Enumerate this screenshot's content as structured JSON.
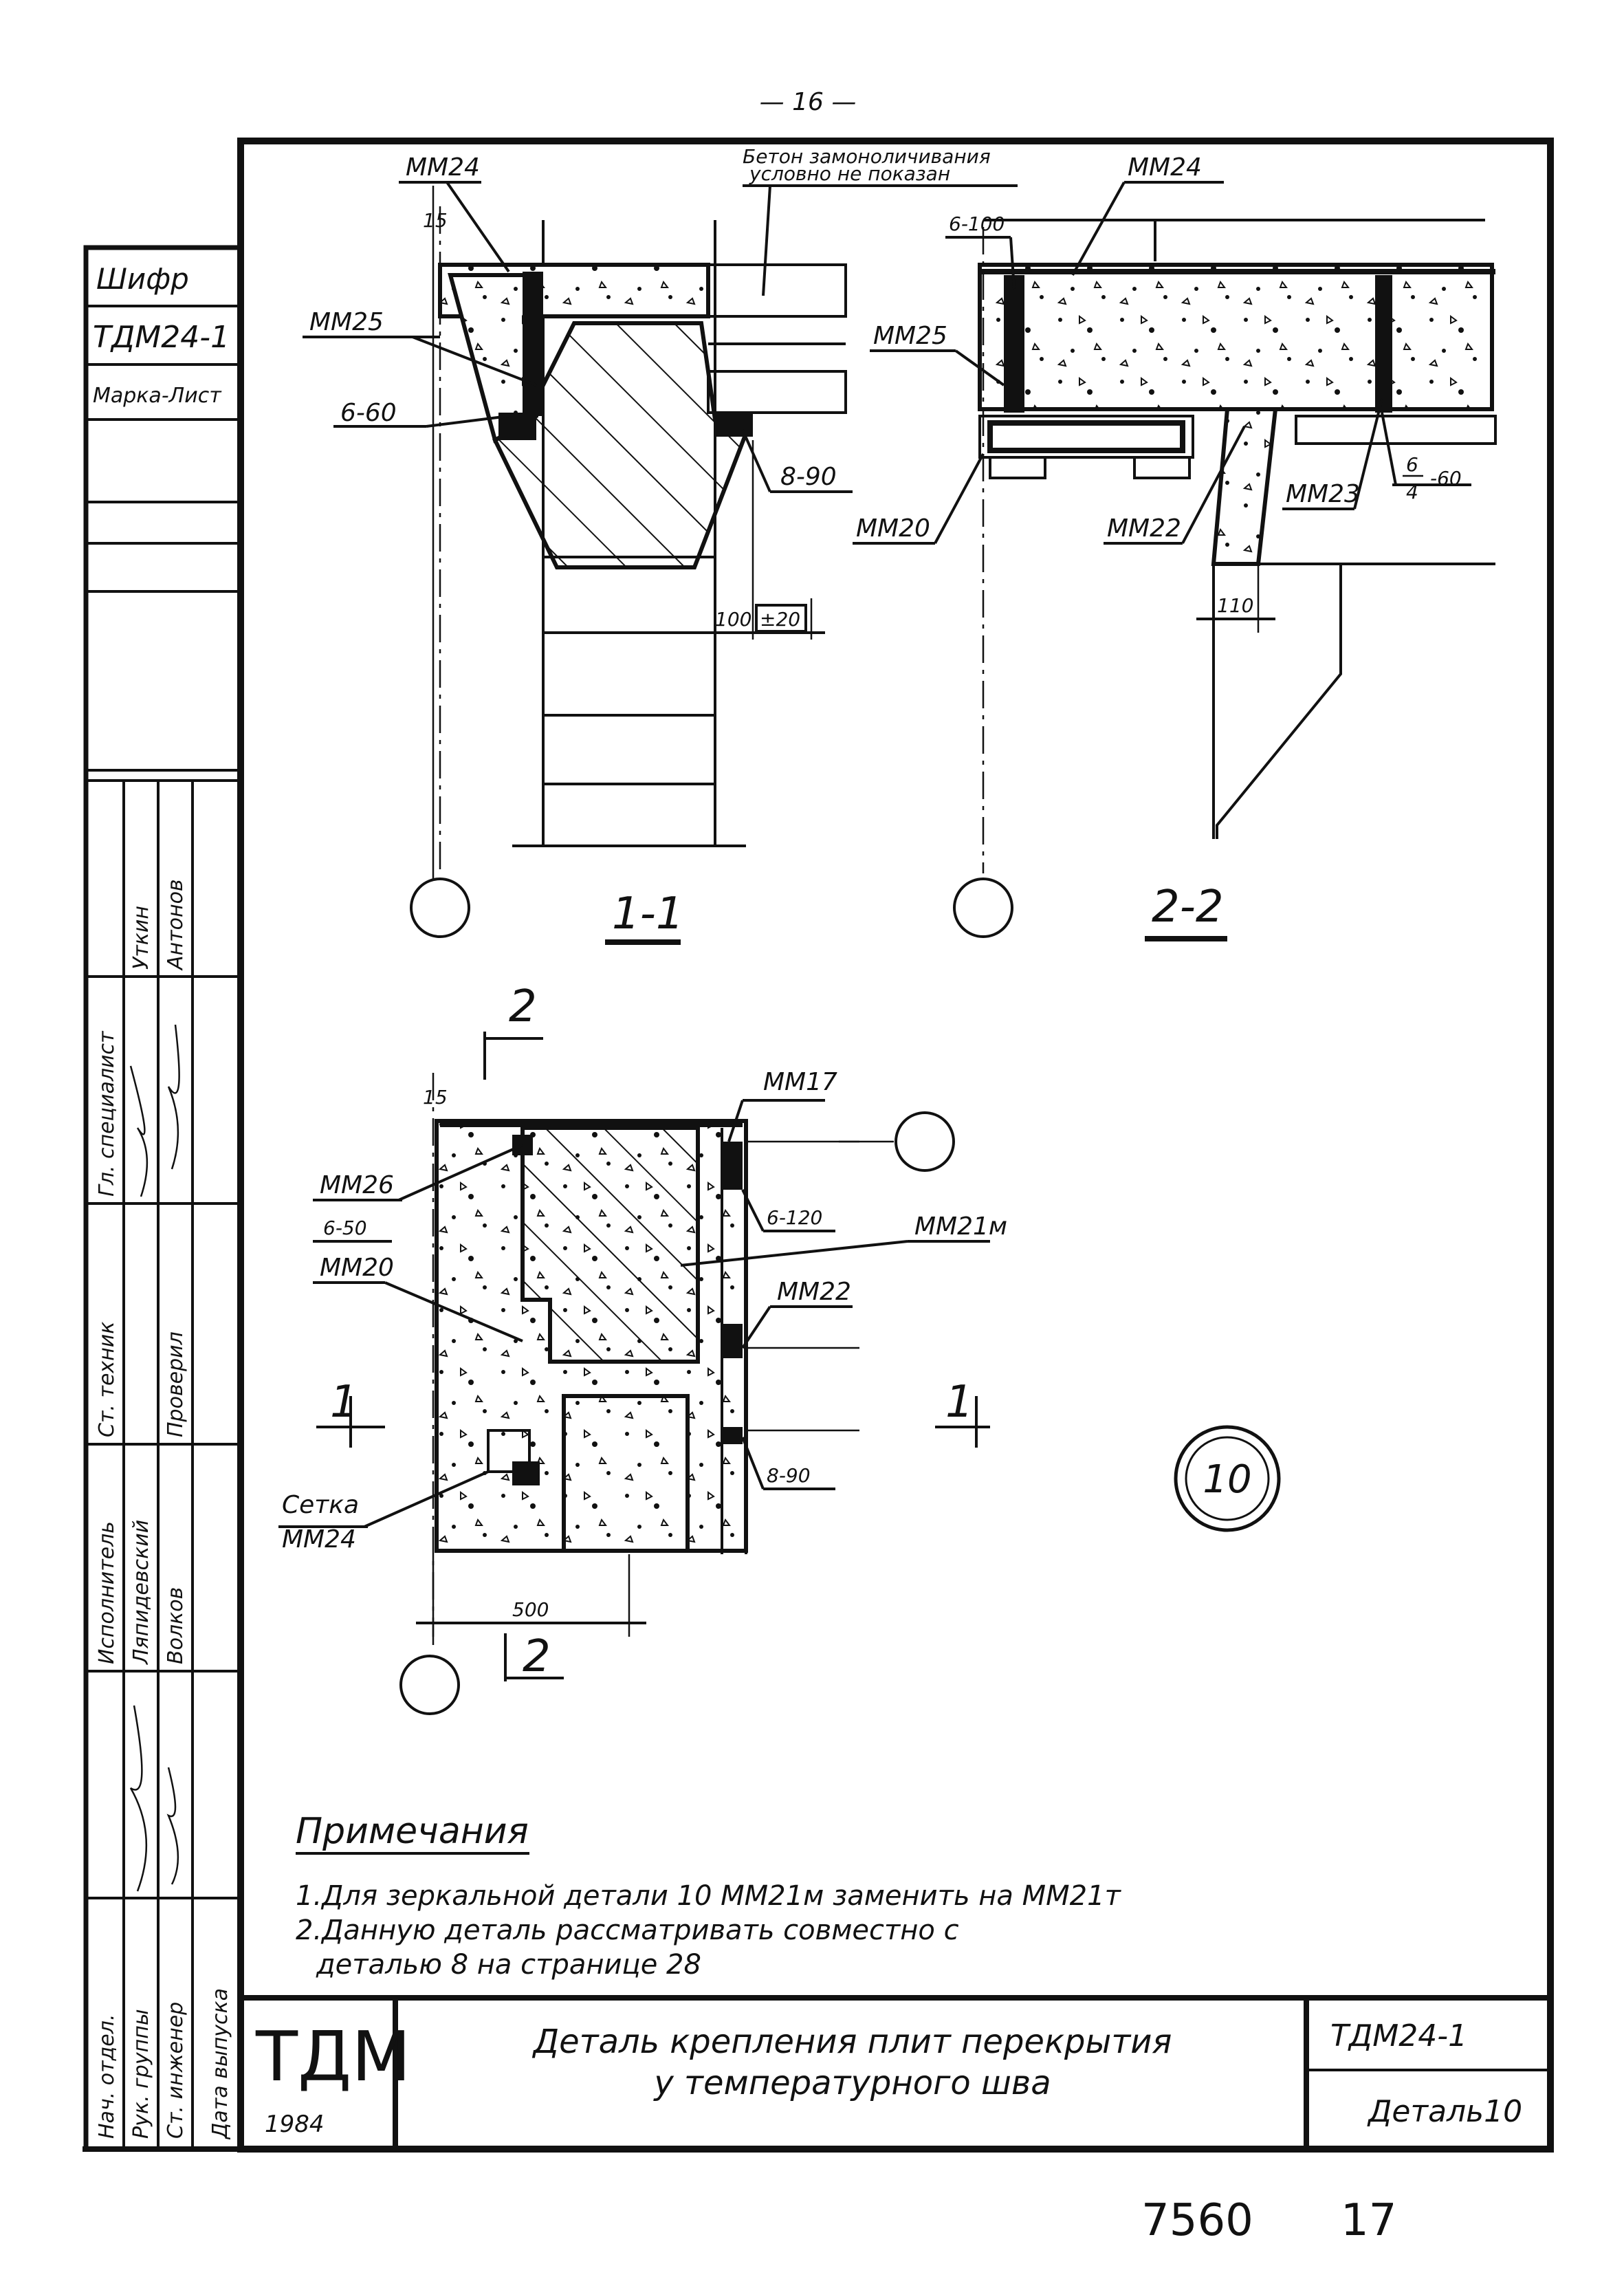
{
  "page_number": "— 16 —",
  "side_stamp": {
    "cipher_label": "Шифр",
    "cipher_value": "ТДМ24-1",
    "mark_label": "Марка-Лист",
    "roles": [
      "Нач. отдел.",
      "Рук. группы",
      "Ст. инженер",
      "Гл. специалист",
      "Ст. техник",
      "Исполнитель"
    ],
    "names": [
      "Уткин",
      "Ляпидевский",
      "Волков",
      "Проверил",
      "Антонов"
    ],
    "release_date_label": "Дата выпуска"
  },
  "section_1_1": {
    "label": "1-1",
    "tags": [
      "ММ24",
      "ММ25",
      "6-60",
      "8-90",
      "ММ20"
    ],
    "top_note": [
      "Бетон замоноличивания",
      "условно не показан"
    ],
    "dims": [
      "15",
      "100",
      "±20"
    ]
  },
  "section_2_2": {
    "label": "2-2",
    "tags": [
      "ММ24",
      "6-100",
      "ММ25",
      "ММ23",
      "ММ22"
    ],
    "fraction_top": "6",
    "fraction_bottom": "4",
    "fraction_suffix": "-60",
    "dims": [
      "110"
    ]
  },
  "plan": {
    "cut_2_top": "2",
    "cut_2_bottom": "2",
    "cut_1_left": "1",
    "cut_1_right": "1",
    "tags": [
      "ММ17",
      "ММ26",
      "6-50",
      "6-120",
      "ММ21м",
      "ММ20",
      "ММ22",
      "8-90"
    ],
    "mesh_label": [
      "Сетка",
      "ММ24"
    ],
    "dims": [
      "15",
      "500"
    ]
  },
  "detail_number": "10",
  "notes": {
    "heading": "Примечания",
    "items": [
      "1.Для зеркальной детали 10 ММ21м заменить на ММ21т",
      "2.Данную деталь рассматривать совместно с",
      "деталью 8 на странице 28"
    ]
  },
  "title_block": {
    "org": "ТДМ",
    "year": "1984",
    "title_line1": "Деталь крепления плит перекрытия",
    "title_line2": "у температурного шва",
    "code": "ТДМ24-1",
    "detail": "Деталь10"
  },
  "archive_number": "7560",
  "sheet_number": "17"
}
